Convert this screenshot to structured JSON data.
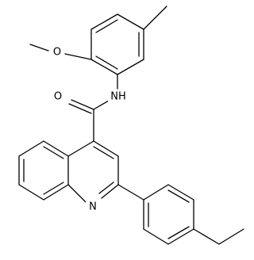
{
  "molecule": {
    "atoms": {
      "methoxy_oxygen": "O",
      "carbonyl_oxygen": "O",
      "amide_nitrogen": "NH",
      "quinoline_nitrogen": "N"
    }
  }
}
